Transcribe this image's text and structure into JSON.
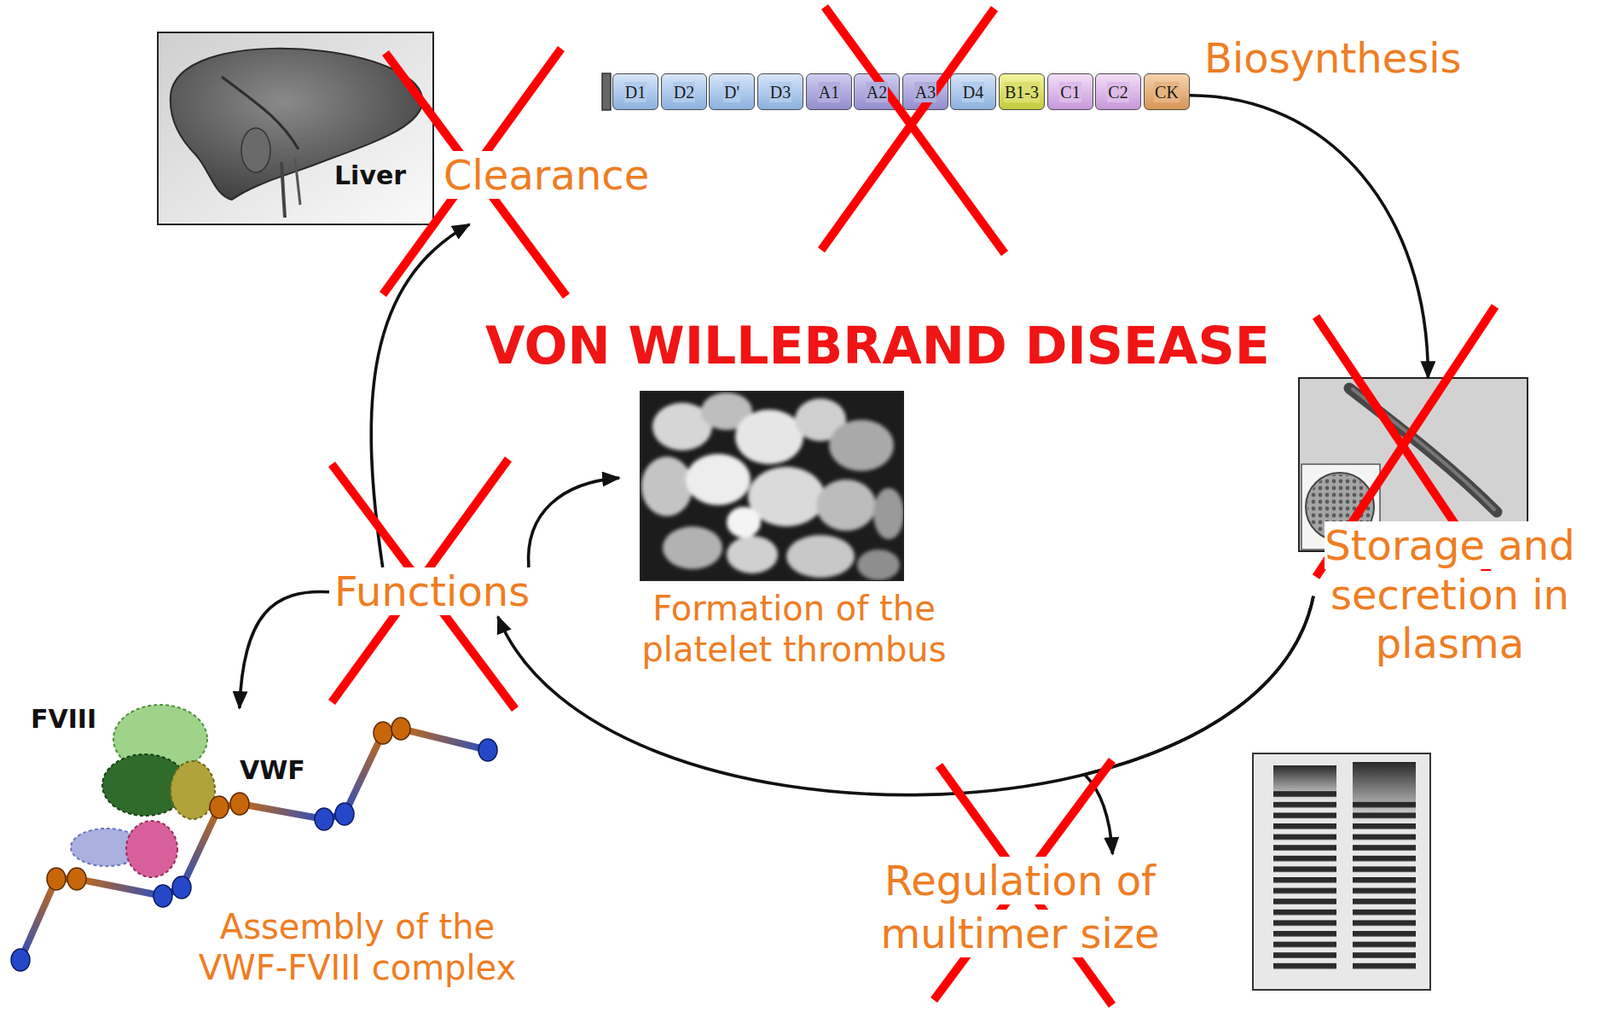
{
  "diagram": {
    "title": "VON WILLEBRAND DISEASE",
    "nodes": [
      {
        "text": [
          "Liver",
          "Clearance"
        ]
      },
      {
        "text": [
          "Biosynthesis"
        ]
      },
      {
        "text": [
          "D1"
        ],
        "in": 1
      },
      {
        "text": [
          "D2"
        ],
        "in": 1
      },
      {
        "text": [
          "D'"
        ],
        "in": 1
      },
      {
        "text": [
          "D3"
        ],
        "in": 1
      },
      {
        "text": [
          "A1"
        ],
        "in": 1
      },
      {
        "text": [
          "A2"
        ],
        "in": 1
      },
      {
        "text": [
          "A3"
        ],
        "in": 1
      },
      {
        "text": [
          "D4"
        ],
        "in": 1
      },
      {
        "text": [
          "B1-3"
        ],
        "in": 1
      },
      {
        "text": [
          "C1"
        ],
        "in": 1
      },
      {
        "text": [
          "C2"
        ],
        "in": 1
      },
      {
        "text": [
          "CK"
        ],
        "in": 1
      },
      {
        "text": [
          "Storage and secretion in plasma"
        ]
      },
      {
        "text": [
          "Formation of the platelet thrombus"
        ]
      },
      {
        "text": [
          "Functions"
        ]
      },
      {
        "text": [
          "Assembly of the VWF-FVIII complex"
        ]
      },
      {
        "text": [
          "Regulation of multimer size"
        ]
      }
    ],
    "edges": [
      {
        "from": 1,
        "to": 14,
        "arrow": "to"
      },
      {
        "from": 14,
        "to": 16,
        "arrow": "to"
      },
      {
        "from": 14,
        "to": 18,
        "arrow": "to"
      },
      {
        "from": 16,
        "to": 0,
        "arrow": "to"
      },
      {
        "from": 16,
        "to": 15,
        "arrow": "to"
      },
      {
        "from": 16,
        "to": 17,
        "arrow": "to"
      }
    ],
    "labels": [
      "FVIII",
      "VWF"
    ]
  }
}
